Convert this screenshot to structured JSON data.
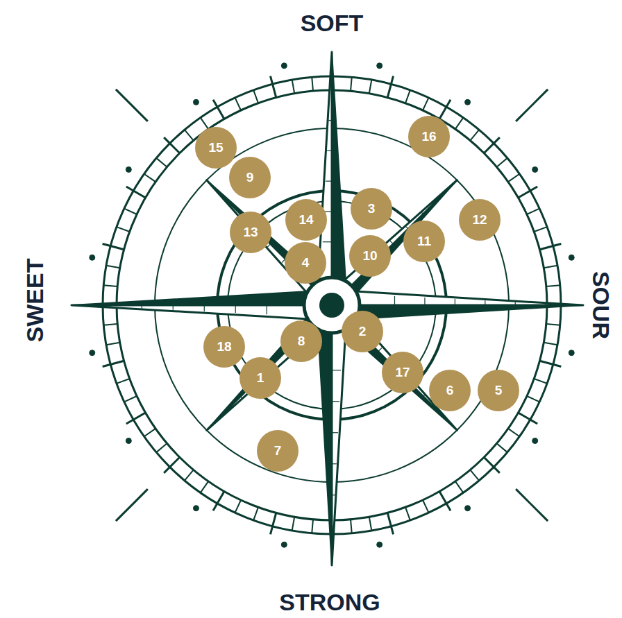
{
  "diagram": {
    "nodes": [
      {
        "text": [
          "16"
        ]
      },
      {
        "text": [
          "15"
        ]
      },
      {
        "text": [
          "9"
        ]
      },
      {
        "text": [
          "12"
        ]
      },
      {
        "text": [
          "3"
        ]
      },
      {
        "text": [
          "14"
        ]
      },
      {
        "text": [
          "13"
        ]
      },
      {
        "text": [
          "11"
        ]
      },
      {
        "text": [
          "10"
        ]
      },
      {
        "text": [
          "4"
        ]
      },
      {
        "text": [
          "2"
        ]
      },
      {
        "text": [
          "8"
        ]
      },
      {
        "text": [
          "18"
        ]
      },
      {
        "text": [
          "17"
        ]
      },
      {
        "text": [
          "1"
        ]
      },
      {
        "text": [
          "6"
        ]
      },
      {
        "text": [
          "5"
        ]
      },
      {
        "text": [
          "7"
        ]
      }
    ],
    "labels": [
      "SOFT",
      "SWEET",
      "SOUR",
      "STRONG"
    ]
  }
}
